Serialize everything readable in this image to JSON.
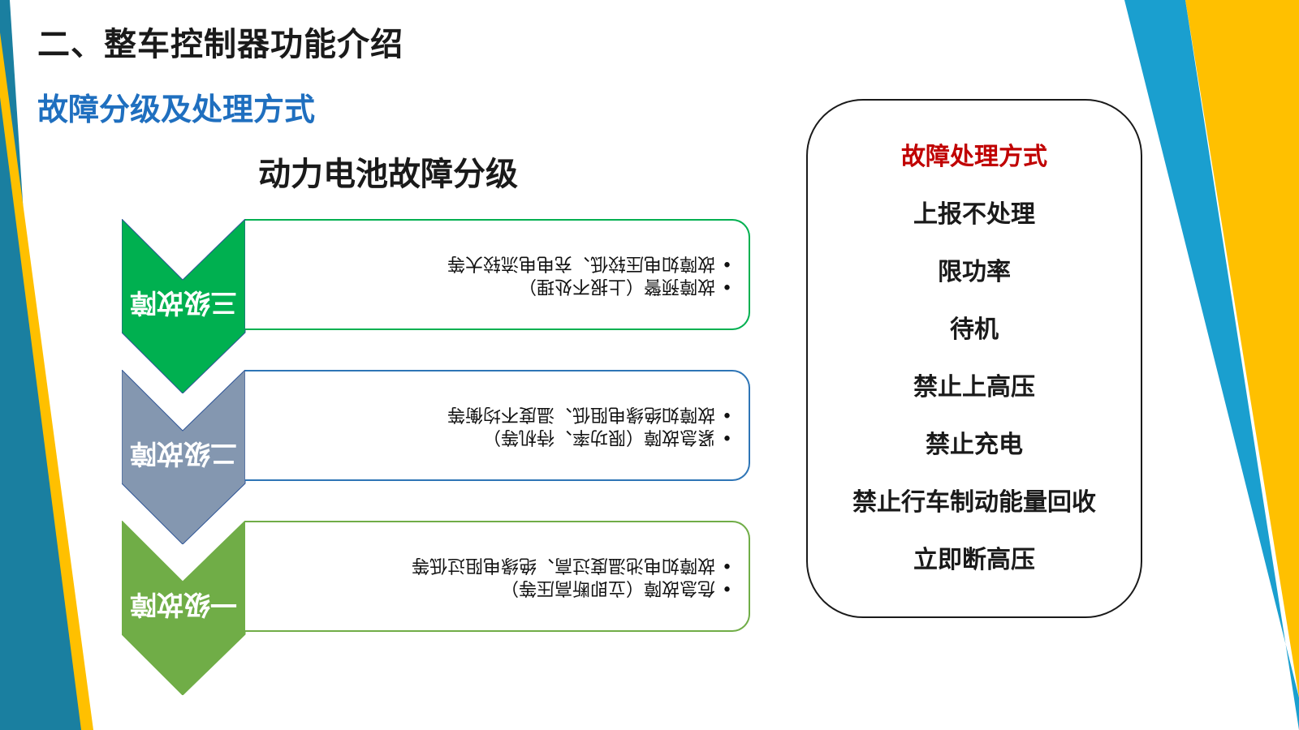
{
  "page": {
    "title": "二、整车控制器功能介绍",
    "subtitle": "故障分级及处理方式",
    "chart_heading": "动力电池故障分级"
  },
  "levels": [
    {
      "label": "三级故障",
      "color": "#00b050",
      "items": [
        "故障预警（上报不处理）",
        "故障如电压较低、充电电流较大等"
      ]
    },
    {
      "label": "二级故障",
      "color": "#8497b0",
      "items": [
        "紧急故障（限功率、待机等）",
        "故障如绝缘电阻低、温度不均衡等"
      ]
    },
    {
      "label": "一级故障",
      "color": "#70ad47",
      "items": [
        "危急故障（立即断高压等）",
        "故障如电池温度过高、绝缘电阻过低等"
      ]
    }
  ],
  "panel": {
    "heading": "故障处理方式",
    "items": [
      "上报不处理",
      "限功率",
      "待机",
      "禁止上高压",
      "禁止充电",
      "禁止行车制动能量回收",
      "立即断高压"
    ]
  },
  "colors": {
    "accent_blue": "#1f6fbf",
    "panel_heading": "#c00000",
    "deco_teal": "#1a7fa0",
    "deco_yellow": "#ffc000",
    "deco_sky": "#1a9fcf"
  }
}
